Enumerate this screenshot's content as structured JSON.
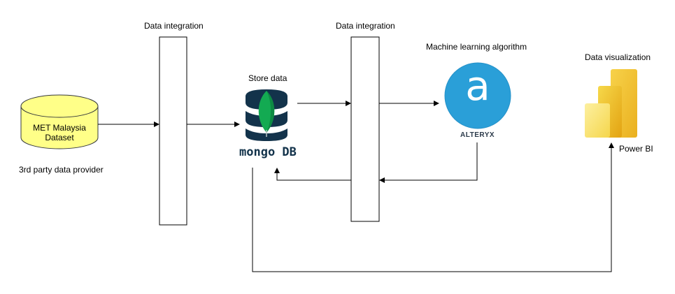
{
  "labels": {
    "integration_1": "Data integration",
    "integration_2": "Data integration",
    "store": "Store data",
    "ml": "Machine learning algorithm",
    "viz": "Data visualization",
    "provider": "3rd party data provider",
    "powerbi": "Power BI"
  },
  "dataset": {
    "line1": "MET Malaysia",
    "line2": "Dataset",
    "fill": "#ffff88",
    "stroke": "#36393d"
  },
  "logos": {
    "mongodb": {
      "brand_text": "mongo DB",
      "db_color": "#13334b",
      "leaf_color": "#13aa52",
      "icon": "mongodb-logo"
    },
    "alteryx": {
      "glyph": "a",
      "brand_text": "ALTERYX",
      "circle_color": "#2a9fd8",
      "icon": "alteryx-logo"
    },
    "powerbi": {
      "icon": "powerbi-logo",
      "colors": [
        "#f2c811",
        "#e8a317",
        "#fbe36e"
      ]
    }
  }
}
